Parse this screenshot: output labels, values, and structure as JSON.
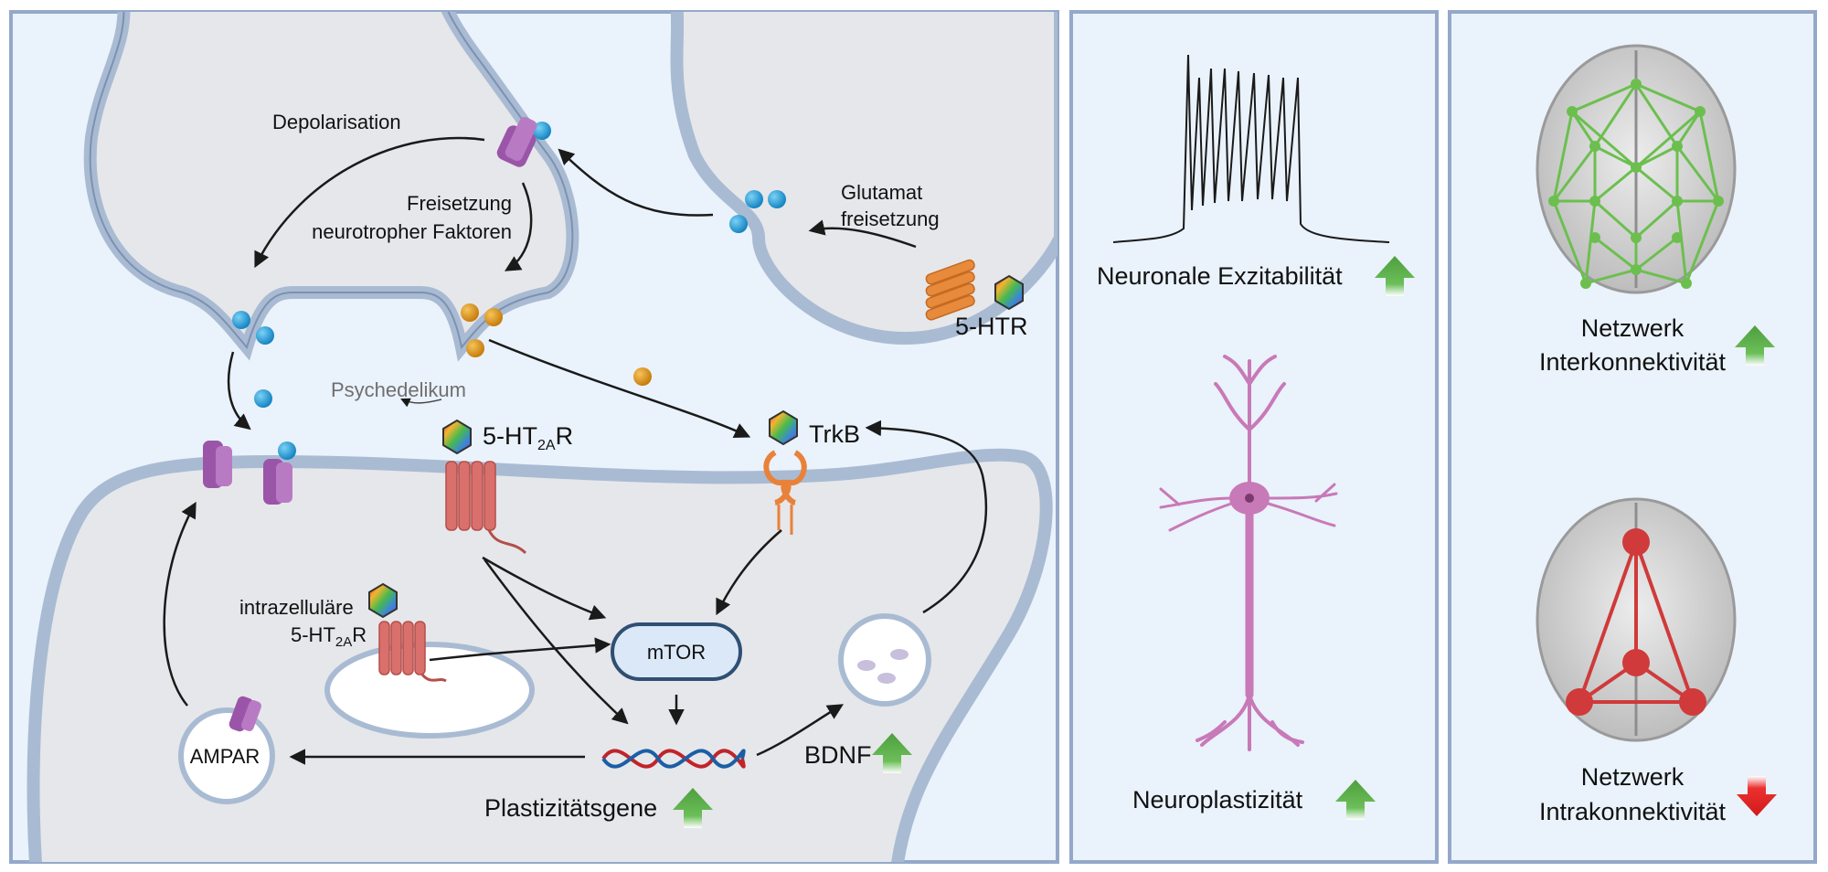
{
  "colors": {
    "panel_bg": "#eaf2fb",
    "panel_border": "#94a8c9",
    "membrane_fill": "#e6e7ea",
    "membrane_ring": "#a9bbd3",
    "up_arrow": "#5aa84a",
    "down_arrow": "#e21b1b",
    "network_up": "#6cbf4f",
    "network_down": "#d03a3a",
    "neuron": "#c879b8",
    "receptor_purple": "#9b55a8",
    "receptor_red": "#d9706c",
    "receptor_orange": "#e88a3c",
    "vesicle_blue": "#1f9bd7",
    "vesicle_gold": "#d98c12"
  },
  "mechanism": {
    "depolarisation": "Depolarisation",
    "release_line1": "Freisetzung",
    "release_line2": "neurotropher Faktoren",
    "glutamat_line1": "Glutamat",
    "glutamat_line2": "freisetzung",
    "htr": "5-HTR",
    "psychedelic": "Psychedelikum",
    "ht2a_pre": "5-HT",
    "ht2a_sub": "2A",
    "ht2a_post": "R",
    "trkb": "TrkB",
    "intracellular": "intrazelluläre",
    "mtor": "mTOR",
    "ampar": "AMPAR",
    "bdnf": "BDNF",
    "genes": "Plastizitätsgene"
  },
  "excitability": {
    "label": "Neuronale Exzitabilität",
    "trend": "up",
    "icon": "up-arrow-icon"
  },
  "neuroplasticity": {
    "label": "Neuroplastizität",
    "trend": "up",
    "icon": "up-arrow-icon"
  },
  "inter": {
    "line1": "Netzwerk",
    "line2": "Interkonnektivität",
    "trend": "up",
    "icon": "up-arrow-icon"
  },
  "intra": {
    "line1": "Netzwerk",
    "line2": "Intrakonnektivität",
    "trend": "down",
    "icon": "down-arrow-icon"
  }
}
